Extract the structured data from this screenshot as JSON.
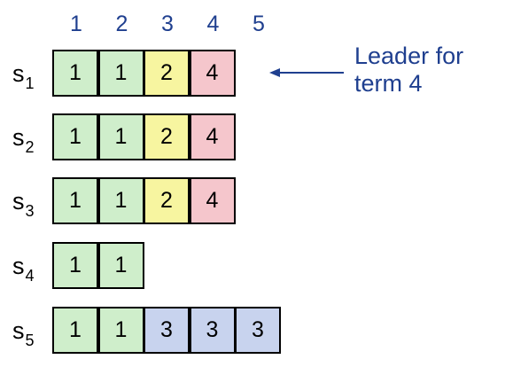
{
  "column_indexes": [
    "1",
    "2",
    "3",
    "4",
    "5"
  ],
  "servers": [
    {
      "name": "s",
      "sub": "1",
      "entries": [
        {
          "term": "1"
        },
        {
          "term": "1"
        },
        {
          "term": "2"
        },
        {
          "term": "4"
        }
      ]
    },
    {
      "name": "s",
      "sub": "2",
      "entries": [
        {
          "term": "1"
        },
        {
          "term": "1"
        },
        {
          "term": "2"
        },
        {
          "term": "4"
        }
      ]
    },
    {
      "name": "s",
      "sub": "3",
      "entries": [
        {
          "term": "1"
        },
        {
          "term": "1"
        },
        {
          "term": "2"
        },
        {
          "term": "4"
        }
      ]
    },
    {
      "name": "s",
      "sub": "4",
      "entries": [
        {
          "term": "1"
        },
        {
          "term": "1"
        }
      ]
    },
    {
      "name": "s",
      "sub": "5",
      "entries": [
        {
          "term": "1"
        },
        {
          "term": "1"
        },
        {
          "term": "3"
        },
        {
          "term": "3"
        },
        {
          "term": "3"
        }
      ]
    }
  ],
  "term_colors": {
    "1": "#cfeecb",
    "2": "#f7f5a0",
    "3": "#c8d3ee",
    "4": "#f5c6cc"
  },
  "callout": {
    "line1": "Leader for",
    "line2": "term 4",
    "color": "#1f3f8f"
  }
}
